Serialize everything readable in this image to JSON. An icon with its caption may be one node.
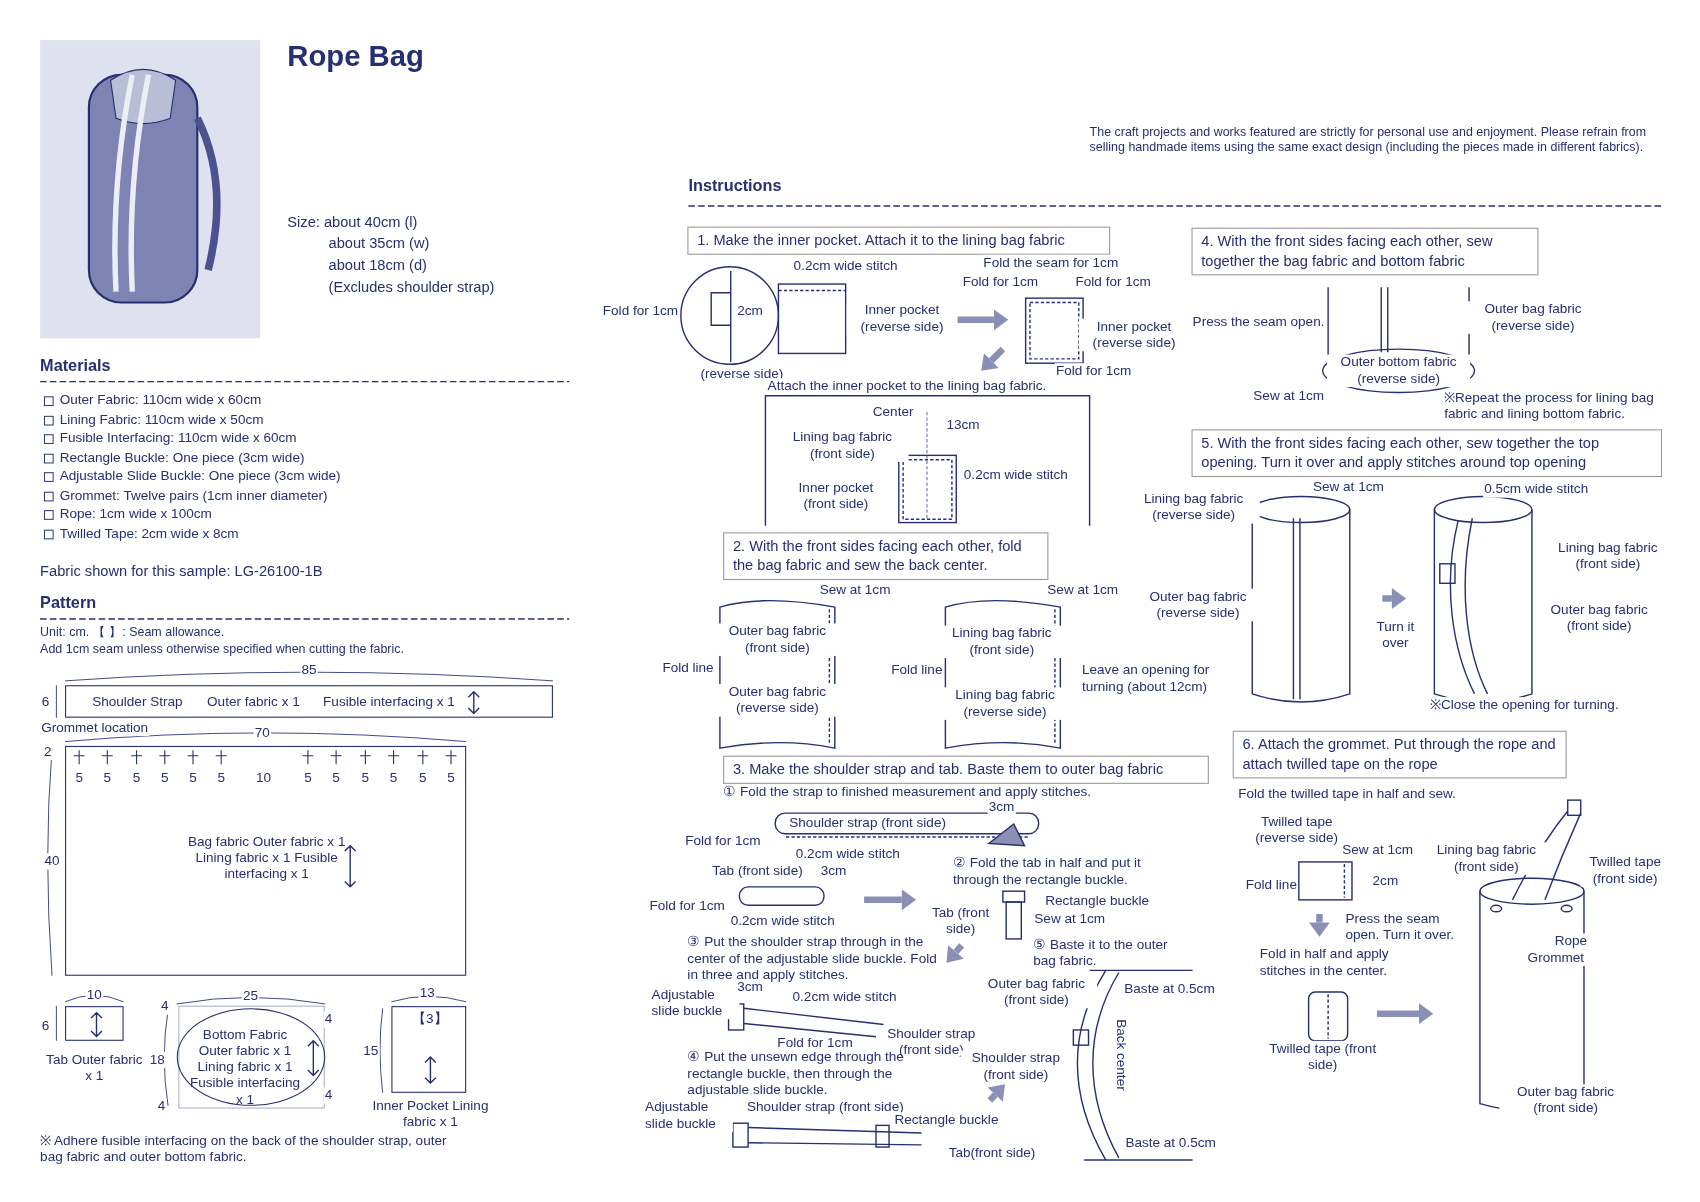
{
  "diagram": {
    "title": "Rope Bag",
    "nodes": [
      {
        "text": [],
        "shape": "picture"
      },
      {
        "text": [
          "1. Make the inner pocket. Attach it to the lining bag fabric"
        ]
      },
      {
        "text": [
          "2. With the front sides facing each other, fold the bag fabric and sew the back center."
        ]
      },
      {
        "text": [
          "3. Make the shoulder strap and tab. Baste them to outer bag fabric"
        ]
      },
      {
        "text": [
          "4. With the front sides facing each other, sew together the bag fabric and bottom fabric"
        ]
      },
      {
        "text": [
          "5. With the front sides facing each other, sew together the top opening. Turn it over and apply stitches around top opening"
        ]
      },
      {
        "text": [
          "6. Attach the grommet. Put through the rope and attach twilled tape on the rope"
        ]
      },
      {
        "text": [
          "Shoulder Strap",
          "Outer fabric x 1",
          "Fusible interfacing x 1"
        ]
      },
      {
        "text": [
          "Bag fabric Outer fabric x 1 Lining fabric x 1 Fusible interfacing x 1"
        ]
      },
      {
        "text": [],
        "shape": "box",
        "beside": [
          "Tab Outer fabric x 1"
        ]
      },
      {
        "text": [
          "Bottom Fabric Outer fabric x 1 Lining fabric x 1 Fusible interfacing x 1"
        ]
      },
      {
        "text": [
          "【3】"
        ],
        "beside": [
          "Inner Pocket Lining fabric x 1"
        ]
      }
    ],
    "labels": [
      "Size: about 40cm (l)",
      "about 35cm (w)",
      "about 18cm (d)",
      "(Excludes shoulder strap)",
      "The craft projects and works featured are strictly for personal use and enjoyment. Please refrain from selling handmade items using the same exact design (including the pieces made in different fabrics).",
      "Materials",
      "Outer Fabric: 110cm wide x 60cm",
      "Lining Fabric: 110cm wide x 50cm",
      "Fusible Interfacing: 110cm wide x 60cm",
      "Rectangle Buckle: One piece (3cm wide)",
      "Adjustable Slide Buckle: One piece (3cm wide)",
      "Grommet: Twelve pairs (1cm inner diameter)",
      "Rope: 1cm wide x 100cm",
      "Twilled Tape: 2cm wide x 8cm",
      "Fabric shown for this sample:  LG-26100-1B",
      "Pattern",
      "Unit: cm. 【 】: Seam allowance.",
      "Add 1cm seam unless otherwise specified when cutting the fabric.",
      "85",
      "6",
      "Grommet location",
      "70",
      "2",
      "5",
      "5",
      "5",
      "5",
      "5",
      "5",
      "10",
      "5",
      "5",
      "5",
      "5",
      "5",
      "5",
      "40",
      "10",
      "6",
      "25",
      "4",
      "4",
      "18",
      "4",
      "4",
      "13",
      "15",
      "※ Adhere fusible interfacing on the back of the shoulder strap, outer bag fabric and outer bottom fabric.",
      "Instructions",
      "0.2cm wide stitch",
      "Fold for 1cm",
      "2cm",
      "Inner pocket (reverse side)",
      "(reverse side)",
      "Fold the seam for 1cm",
      "Fold for 1cm",
      "Fold for 1cm",
      "Inner pocket (reverse side)",
      "Fold for 1cm",
      "Attach the inner pocket to the lining bag fabric.",
      "Center",
      "13cm",
      "Lining bag fabric (front side)",
      "0.2cm wide stitch",
      "Inner pocket (front side)",
      "Sew at 1cm",
      "Outer bag fabric (front side)",
      "Fold line",
      "Outer bag fabric (reverse side)",
      "Sew at 1cm",
      "Lining bag fabric (front side)",
      "Fold line",
      "Leave an opening for turning (about 12cm)",
      "Lining bag fabric (reverse side)",
      "① Fold the strap to finished measurement and apply stitches.",
      "3cm",
      "Shoulder strap (front side)",
      "Fold for 1cm",
      "0.2cm wide stitch",
      "Tab (front side)",
      "3cm",
      "Fold for 1cm",
      "0.2cm wide stitch",
      "② Fold the tab in half and put it through the rectangle buckle.",
      "Rectangle buckle",
      "Sew at 1cm",
      "Tab (front side)",
      "③ Put the shoulder strap through in the center of the adjustable slide buckle. Fold in three and apply stitches.",
      "⑤ Baste it to the outer bag fabric.",
      "Adjustable slide buckle",
      "3cm",
      "0.2cm wide stitch",
      "Shoulder strap (front side)",
      "Fold for 1cm",
      "④ Put the unsewn edge through the rectangle buckle, then through the adjustable slide buckle.",
      "Adjustable slide buckle",
      "Shoulder strap (front side)",
      "Rectangle buckle",
      "Tab(front side)",
      "Outer bag fabric (front side)",
      "Baste at 0.5cm",
      "Back center",
      "Shoulder strap (front side)",
      "Baste at 0.5cm",
      "Press the seam open.",
      "Outer bag fabric (reverse side)",
      "Outer bottom fabric (reverse side)",
      "Sew at 1cm",
      "※Repeat the process for lining bag fabric and lining bottom fabric.",
      "Sew at 1cm",
      "0.5cm wide stitch",
      "Lining bag fabric (reverse side)",
      "Lining bag fabric (front side)",
      "Outer bag fabric (reverse side)",
      "Turn it over",
      "Outer bag fabric (front side)",
      "※Close the opening for turning.",
      "Fold the twilled tape in half and sew.",
      "Twilled tape (reverse side)",
      "Sew at 1cm",
      "Fold line",
      "2cm",
      "Press the seam open. Turn it over.",
      "Lining bag fabric (front side)",
      "Twilled tape (front side)",
      "Fold in half and apply stitches in the center.",
      "Rope",
      "Grommet",
      "Twilled tape (front side)",
      "Outer bag fabric (front side)"
    ]
  }
}
